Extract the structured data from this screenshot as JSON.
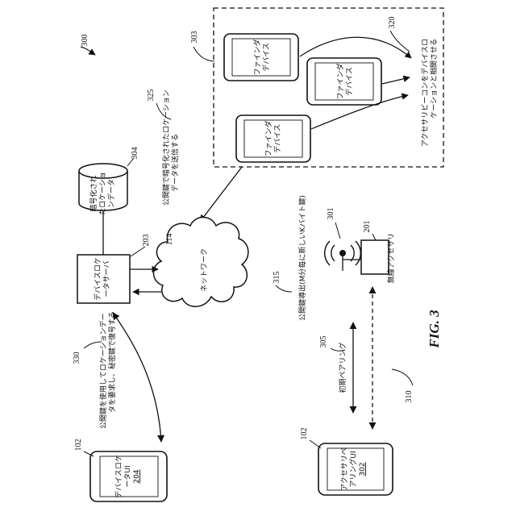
{
  "figure": {
    "fig_label": "FIG. 3",
    "ref_300": "300",
    "ref_303": "303",
    "ref_320": "320",
    "ref_325": "325",
    "ref_304": "304",
    "ref_203": "203",
    "ref_114": "114",
    "ref_301": "301",
    "ref_201": "201",
    "ref_315": "315",
    "ref_330": "330",
    "ref_305": "305",
    "ref_310": "310",
    "ref_102_top": "102",
    "ref_102_bottom": "102"
  },
  "finder_devices": [
    {
      "line1": "ファインダ",
      "line2": "デバイス"
    },
    {
      "line1": "ファインダ",
      "line2": "デバイス"
    },
    {
      "line1": "ファインダ",
      "line2": "デバイス"
    }
  ],
  "labels": {
    "associate_beacon_1": "アクセサリビーコンをデバイスロ",
    "associate_beacon_2": "ケーションと相関させる",
    "send_encrypted_1": "公開鍵で暗号化されたロケーション",
    "send_encrypted_2": "データを送信する",
    "encrypted_data_1": "暗号化され",
    "encrypted_data_2": "たロケーショ",
    "encrypted_data_3": "ンデータ",
    "server_1": "デバイスロケ",
    "server_2": "ータサーバ",
    "network": "ネットワーク",
    "wireless_accessory": "無線アクセサリ",
    "derive_key": "公開鍵導出(M分毎に新しいKバイト鍵)",
    "request_1": "公開鍵を使用してロケーションデー",
    "request_2": "タを要求し、秘密鍵で復号する",
    "initial_pairing": "初期ペアリング",
    "device_ui_1": "デバイスロケ",
    "device_ui_2": "ータUI",
    "device_ui_ref": "204",
    "pairing_ui_1": "アクセサリペ",
    "pairing_ui_2": "アリングUI",
    "pairing_ui_ref": "302"
  }
}
